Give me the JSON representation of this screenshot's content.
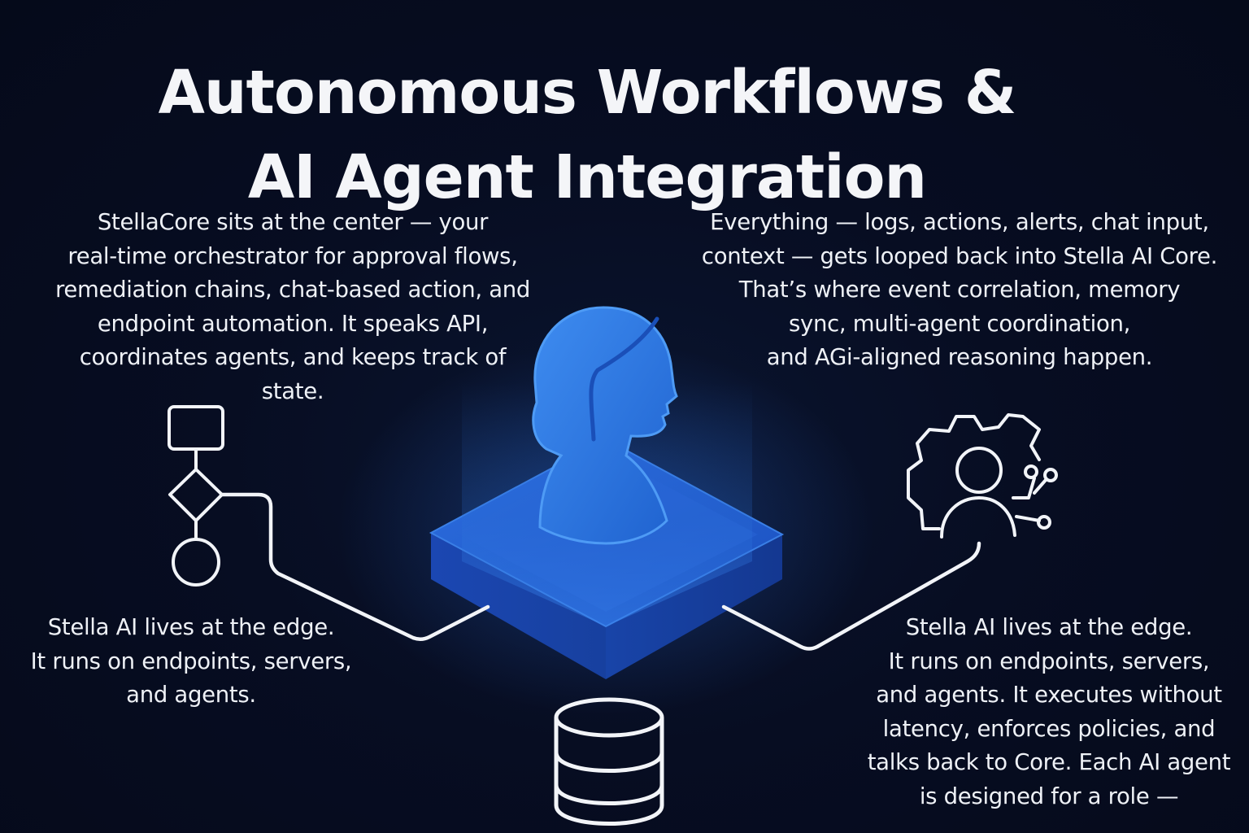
{
  "title": {
    "line1": "Autonomous Workflows &",
    "line2": "AI Agent Integration"
  },
  "paragraphs": {
    "top_left": [
      "StellaCore sits at the center — your",
      "real-time orchestrator for approval flows,",
      "remediation chains, chat-based action, and",
      "endpoint automation. It speaks API,",
      "coordinates agents, and keeps track of",
      "state."
    ],
    "top_right": [
      "Everything — logs, actions, alerts, chat input,",
      "context — gets looped back into Stella AI Core.",
      "That’s where event correlation, memory",
      "sync, multi-agent coordination,",
      "and AGi-aligned reasoning happen."
    ],
    "bottom_left": [
      "Stella AI lives at the edge.",
      "It runs on endpoints, servers,",
      "and agents."
    ],
    "bottom_right": [
      "Stella AI lives at the edge.",
      "It runs on endpoints, servers,",
      "and agents. It executes without",
      "latency, enforces policies, and",
      "talks back to Core. Each AI agent",
      "is designed for a role —"
    ]
  },
  "icons": {
    "workflow": "flowchart-icon",
    "core": "ai-head-on-platform-icon",
    "agent": "gear-user-circuit-icon",
    "storage": "database-icon"
  },
  "colors": {
    "background": "#060c1f",
    "accent_blue": "#2a7be0",
    "line_white": "#f2f4f8"
  }
}
